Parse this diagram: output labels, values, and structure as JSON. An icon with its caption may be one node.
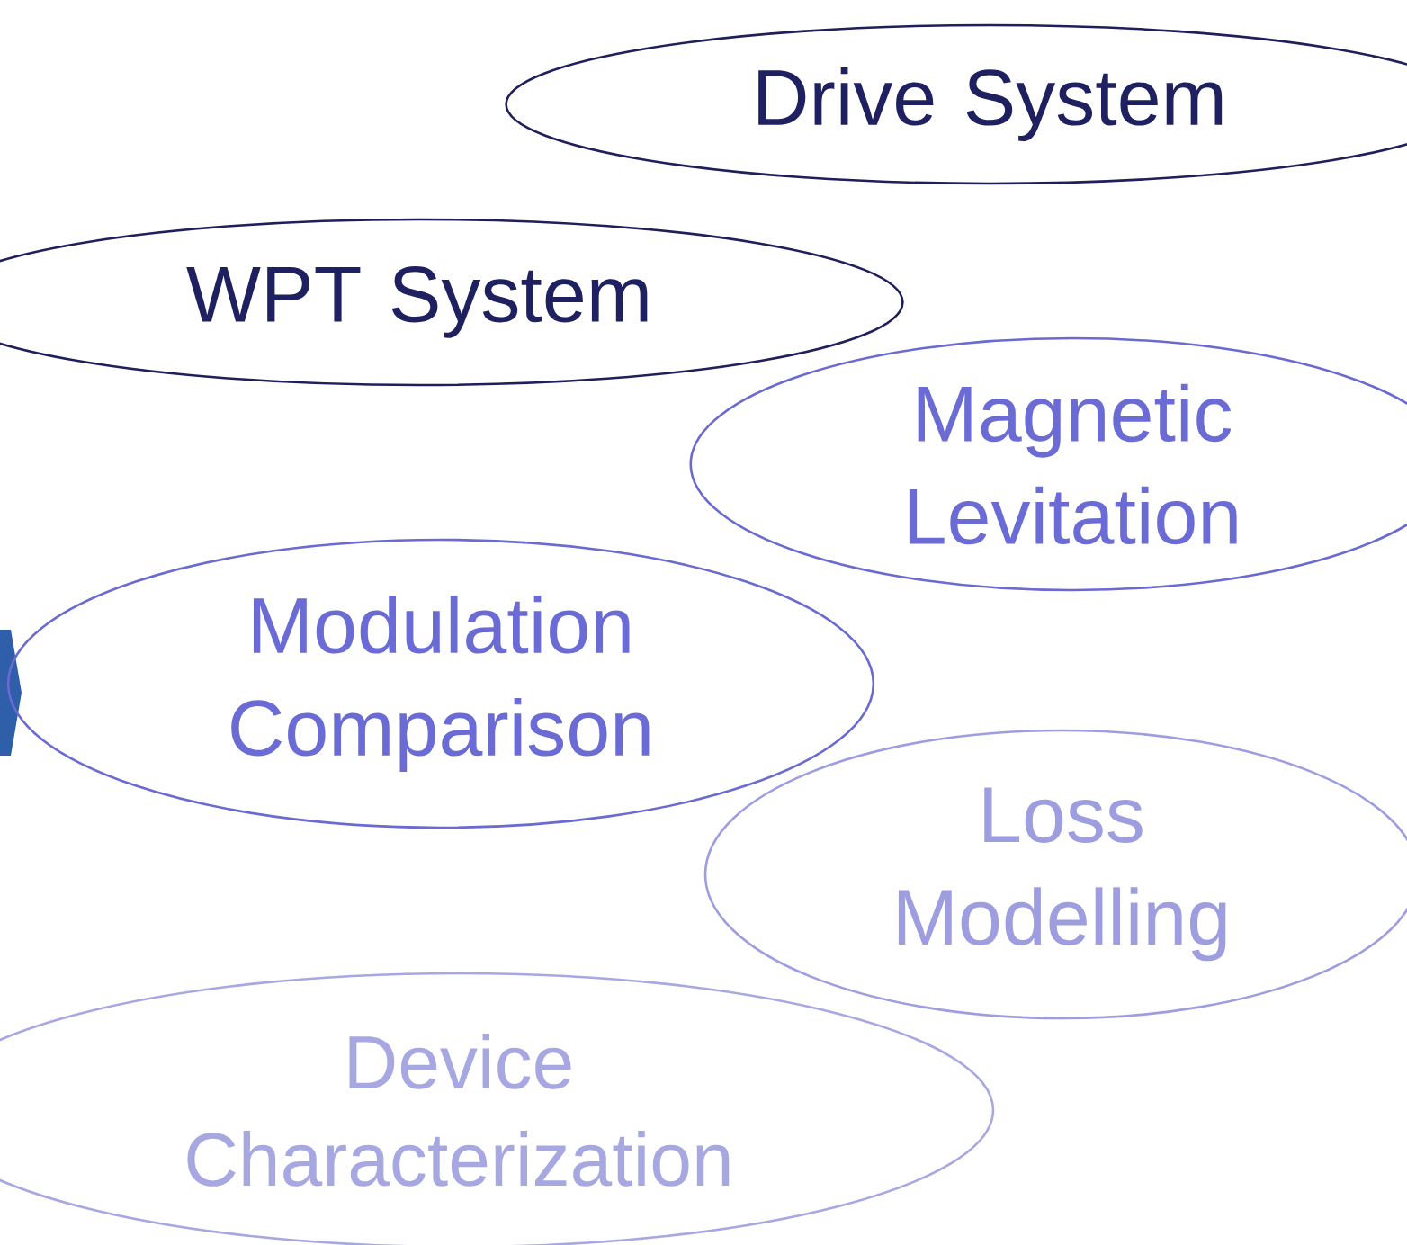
{
  "diagram": {
    "nodes": [
      {
        "text": [
          "Drive System"
        ]
      },
      {
        "text": [
          "WPT System"
        ]
      },
      {
        "text": [
          "Magnetic Levitation"
        ]
      },
      {
        "text": [
          "Modulation Comparison"
        ]
      },
      {
        "text": [
          "Loss Modelling"
        ]
      },
      {
        "text": [
          "Device Characterization"
        ]
      }
    ]
  }
}
